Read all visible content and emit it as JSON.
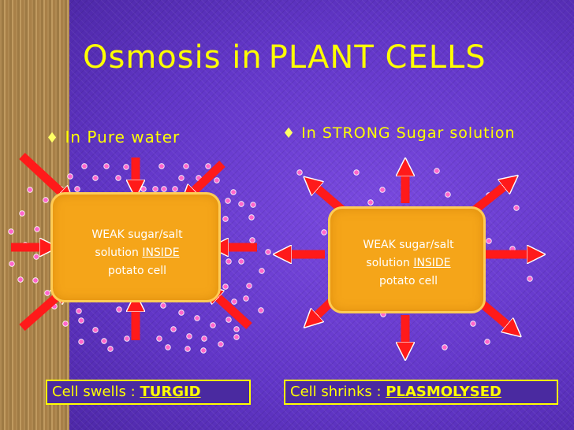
{
  "title": {
    "part1": "Osmosis in",
    "part2": "PLANT CELLS"
  },
  "bullets": {
    "left": "In Pure water",
    "right": "In STRONG Sugar solution"
  },
  "cells": {
    "left": {
      "line1": "WEAK sugar/salt",
      "line2_pre": "solution ",
      "line2_em": "INSIDE",
      "line3": "potato cell"
    },
    "right": {
      "line1": "WEAK sugar/salt",
      "line2_pre": "solution ",
      "line2_em": "INSIDE",
      "line3": "potato cell"
    }
  },
  "outcomes": {
    "left": {
      "prefix": "Cell swells : ",
      "word": "TURGID"
    },
    "right": {
      "prefix": "Cell shrinks : ",
      "word": "PLASMOLYSED"
    }
  },
  "colors": {
    "background": "#6a3fd0",
    "title_text": "#ffff00",
    "cell_fill": "#f5a519",
    "arrow_fill": "#ff1a1a",
    "molecule_fill": "#ff66cc",
    "label_text": "#ffffff"
  },
  "icons": {
    "bullet": "diamond-bullet-icon",
    "background_left": "key-image"
  }
}
